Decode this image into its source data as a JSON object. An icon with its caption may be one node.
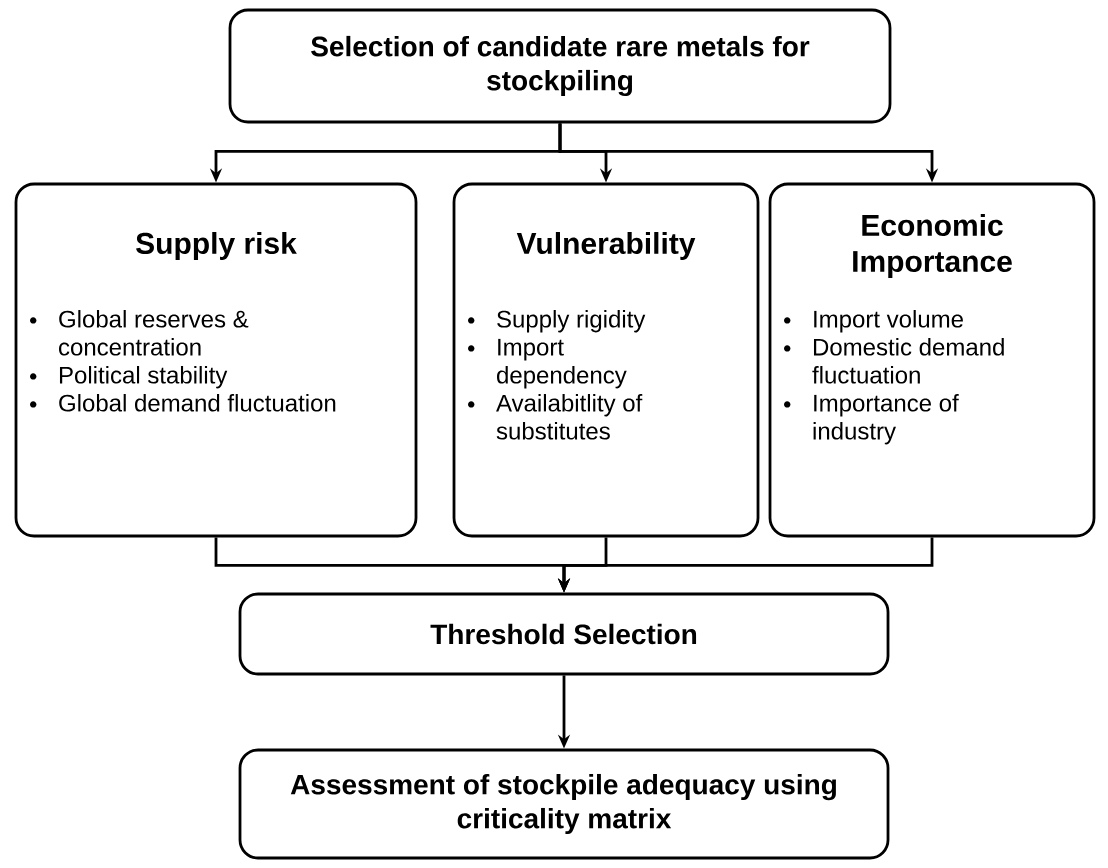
{
  "diagram": {
    "nodes": [
      {
        "text": [
          "Selection of candidate rare metals for stockpiling"
        ]
      },
      {
        "text": [
          "Supply risk",
          "Global reserves & concentration",
          "Political stability",
          "Global demand fluctuation"
        ]
      },
      {
        "text": [
          "Vulnerability",
          "Supply rigidity",
          "Import dependency",
          "Availabitlity of substitutes"
        ]
      },
      {
        "text": [
          "Economic Importance",
          "Import volume",
          "Domestic demand fluctuation",
          "Importance of industry"
        ]
      },
      {
        "text": [
          "Threshold Selection"
        ]
      },
      {
        "text": [
          "Assessment of stockpile adequacy using criticality matrix"
        ]
      }
    ],
    "edges": [
      {
        "from": 0,
        "to": 1,
        "arrow": "to"
      },
      {
        "from": 0,
        "to": 2,
        "arrow": "to"
      },
      {
        "from": 0,
        "to": 3,
        "arrow": "to"
      },
      {
        "from": 1,
        "to": 4,
        "arrow": "to"
      },
      {
        "from": 2,
        "to": 4,
        "arrow": "to"
      },
      {
        "from": 3,
        "to": 4,
        "arrow": "to"
      },
      {
        "from": 4,
        "to": 5,
        "arrow": "to"
      }
    ]
  }
}
